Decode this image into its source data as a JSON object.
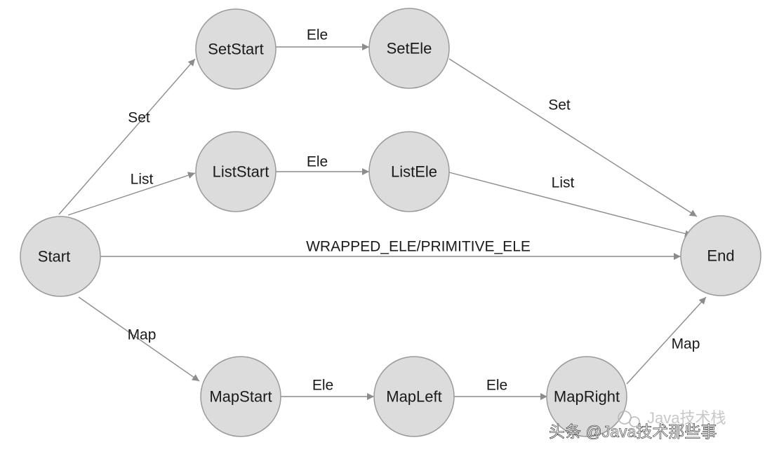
{
  "nodes": {
    "start": "Start",
    "set_start": "SetStart",
    "set_ele": "SetEle",
    "list_start": "ListStart",
    "list_ele": "ListEle",
    "end": "End",
    "map_start": "MapStart",
    "map_left": "MapLeft",
    "map_right": "MapRight"
  },
  "edges": {
    "start_set": "Set",
    "set_ele": "Ele",
    "set_end": "Set",
    "start_list": "List",
    "list_ele": "Ele",
    "list_end": "List",
    "start_end": "WRAPPED_ELE/PRIMITIVE_ELE",
    "start_map": "Map",
    "map_left": "Ele",
    "map_right": "Ele",
    "map_end": "Map"
  },
  "watermark": {
    "faint": "Java技术栈",
    "text": "头条 @Java技术那些事"
  },
  "colors": {
    "node_fill": "#dcdcdc",
    "node_stroke": "#9a9a9a",
    "edge": "#8c8c8c"
  }
}
